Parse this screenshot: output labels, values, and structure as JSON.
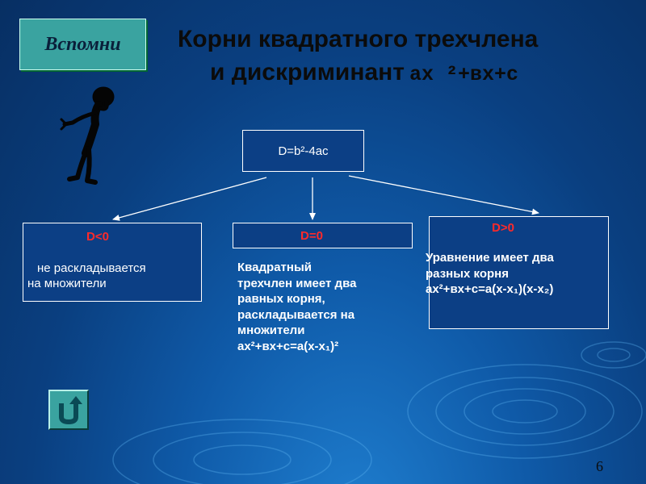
{
  "header": {
    "remember_label": "Вспомни",
    "title_line1": "Корни квадратного трехчлена",
    "title_line2": "и дискриминант",
    "title_formula": "ax ²+вx+c"
  },
  "discriminant": {
    "formula": "D=b²-4ac"
  },
  "cases": [
    {
      "condition": "D<0",
      "lines": [
        "не раскладывается",
        "на множители"
      ]
    },
    {
      "condition": "D=0",
      "lines": [
        "Квадратный",
        "трехчлен имеет два",
        "равных корня,",
        "раскладывается на",
        "множители"
      ],
      "factorization": "ax²+вx+c=a(x-x₁)²"
    },
    {
      "condition": "D>0",
      "lines": [
        "Уравнение имеет два",
        "разных  корня"
      ],
      "factorization": "ax²+вx+c=a(x-x₁)(x-x₂)"
    }
  ],
  "footer": {
    "page_number": "6"
  },
  "icons": {
    "back": "return-arrow-icon",
    "figure": "thinking-person-icon"
  },
  "colors": {
    "case_label": "#ff2a2a",
    "box_fill": "#0c3f85",
    "button": "#3aa3a0"
  }
}
